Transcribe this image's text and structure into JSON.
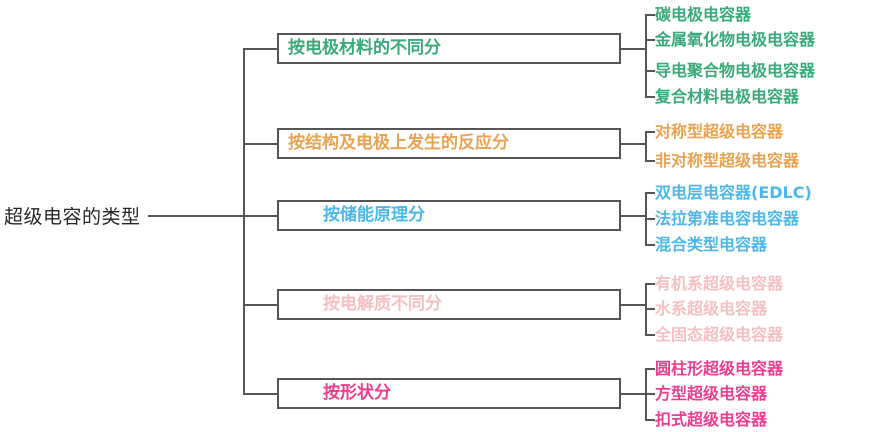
{
  "diagram": {
    "type": "mind-map",
    "root": {
      "label": "超级电容的类型",
      "color": "#262626"
    },
    "connector_color": "#555555",
    "branches": [
      {
        "label": "按电极材料的不同分",
        "color": "#3aaa7a",
        "text_indent": "small",
        "children": [
          "碳电极电容器",
          "金属氧化物电极电容器",
          "导电聚合物电极电容器",
          "复合材料电极电容器"
        ]
      },
      {
        "label": "按结构及电极上发生的反应分",
        "color": "#e8a352",
        "text_indent": "small",
        "children": [
          "对称型超级电容器",
          "非对称型超级电容器"
        ]
      },
      {
        "label": "按储能原理分",
        "color": "#4db8e8",
        "text_indent": "large",
        "children": [
          "双电层电容器(EDLC)",
          "法拉第准电容电容器",
          "混合类型电容器"
        ]
      },
      {
        "label": "按电解质不同分",
        "color": "#f5c0c4",
        "text_indent": "large",
        "children": [
          "有机系超级电容器",
          "水系超级电容器",
          "全固态超级电容器"
        ]
      },
      {
        "label": "按形状分",
        "color": "#ee3d8f",
        "text_indent": "large",
        "children": [
          "圆柱形超级电容器",
          "方型超级电容器",
          "扣式超级电容器"
        ]
      }
    ]
  }
}
